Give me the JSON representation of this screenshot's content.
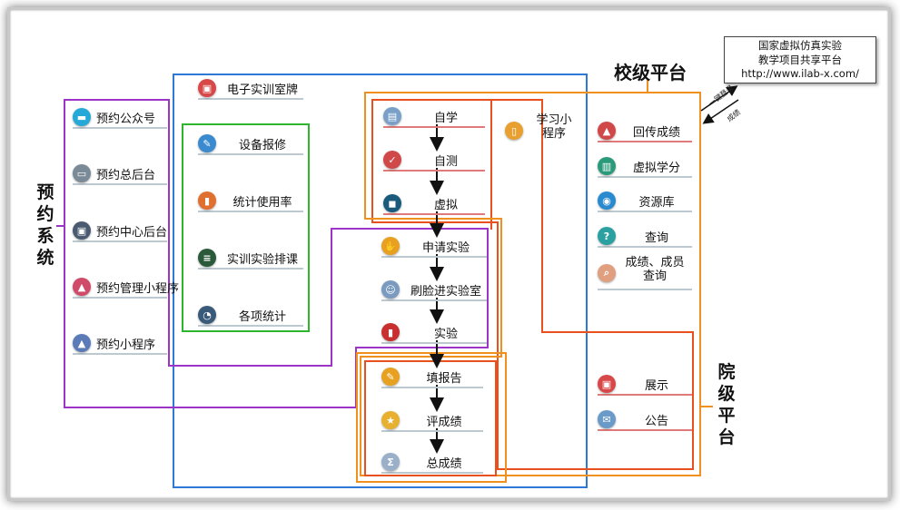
{
  "colors": {
    "blue": "#2f79d6",
    "green": "#2db52d",
    "purple": "#9b34c7",
    "orange": "#f0901e",
    "red_orange": "#e8501e",
    "dark": "#111111"
  },
  "headings": {
    "school": "校级平台",
    "college": "院级平台",
    "booking": "预约系统"
  },
  "ilab": {
    "line1": "国家虚拟仿真实验",
    "line2": "教学项目共享平台",
    "line3": "http://www.ilab-x.com/"
  },
  "arrows": {
    "login": "一键登录",
    "results": "成绩"
  },
  "booking_items": [
    {
      "label": "预约公众号",
      "icon": "bus-icon",
      "color": "#27a9d8"
    },
    {
      "label": "预约总后台",
      "icon": "monitor-icon",
      "color": "#7a8a96"
    },
    {
      "label": "预约中心后台",
      "icon": "desktop-icon",
      "color": "#4a5a70"
    },
    {
      "label": "预约管理小程序",
      "icon": "flask-icon",
      "color": "#d04a6a"
    },
    {
      "label": "预约小程序",
      "icon": "flask-icon",
      "color": "#5a7ab8"
    }
  ],
  "top_item": {
    "label": "电子实训室牌",
    "icon": "screen-icon",
    "color": "#d84848"
  },
  "equip_items": [
    {
      "label": "设备报修",
      "icon": "wrench-icon",
      "color": "#3a8ad0"
    },
    {
      "label": "统计使用率",
      "icon": "chart-icon",
      "color": "#e07030"
    },
    {
      "label": "实训实验排课",
      "icon": "schedule-icon",
      "color": "#2a5a3a"
    },
    {
      "label": "各项统计",
      "icon": "pie-icon",
      "color": "#3a5a7a"
    }
  ],
  "flow_items": [
    {
      "label": "自学",
      "icon": "book-icon",
      "color": "#7aa0c8"
    },
    {
      "label": "自测",
      "icon": "test-icon",
      "color": "#d04848"
    },
    {
      "label": "虚拟",
      "icon": "vr-icon",
      "color": "#1a5a7a"
    },
    {
      "label": "申请实验",
      "icon": "hand-icon",
      "color": "#e8a020"
    },
    {
      "label": "刷脸进实验室",
      "icon": "face-icon",
      "color": "#7a9ac0"
    },
    {
      "label": "实验",
      "icon": "thermometer-icon",
      "color": "#c83030"
    },
    {
      "label": "填报告",
      "icon": "report-icon",
      "color": "#e8a020"
    },
    {
      "label": "评成绩",
      "icon": "grade-icon",
      "color": "#e8b030"
    },
    {
      "label": "总成绩",
      "icon": "total-icon",
      "color": "#9ab0c8"
    }
  ],
  "mini_program": {
    "label": "学习小程序",
    "icon": "phone-icon",
    "color": "#e8a030"
  },
  "school_items": [
    {
      "label": "回传成绩",
      "icon": "upload-icon",
      "color": "#d04848"
    },
    {
      "label": "虚拟学分",
      "icon": "credit-icon",
      "color": "#2a9a7a"
    },
    {
      "label": "资源库",
      "icon": "database-icon",
      "color": "#2a8ad0"
    },
    {
      "label": "查询",
      "icon": "query-icon",
      "color": "#2aa0a0"
    },
    {
      "label": "成绩、成员查询",
      "icon": "search-icon",
      "color": "#e0a080"
    }
  ],
  "college_items": [
    {
      "label": "展示",
      "icon": "display-icon",
      "color": "#d84848"
    },
    {
      "label": "公告",
      "icon": "notice-icon",
      "color": "#6a9ac8"
    }
  ]
}
